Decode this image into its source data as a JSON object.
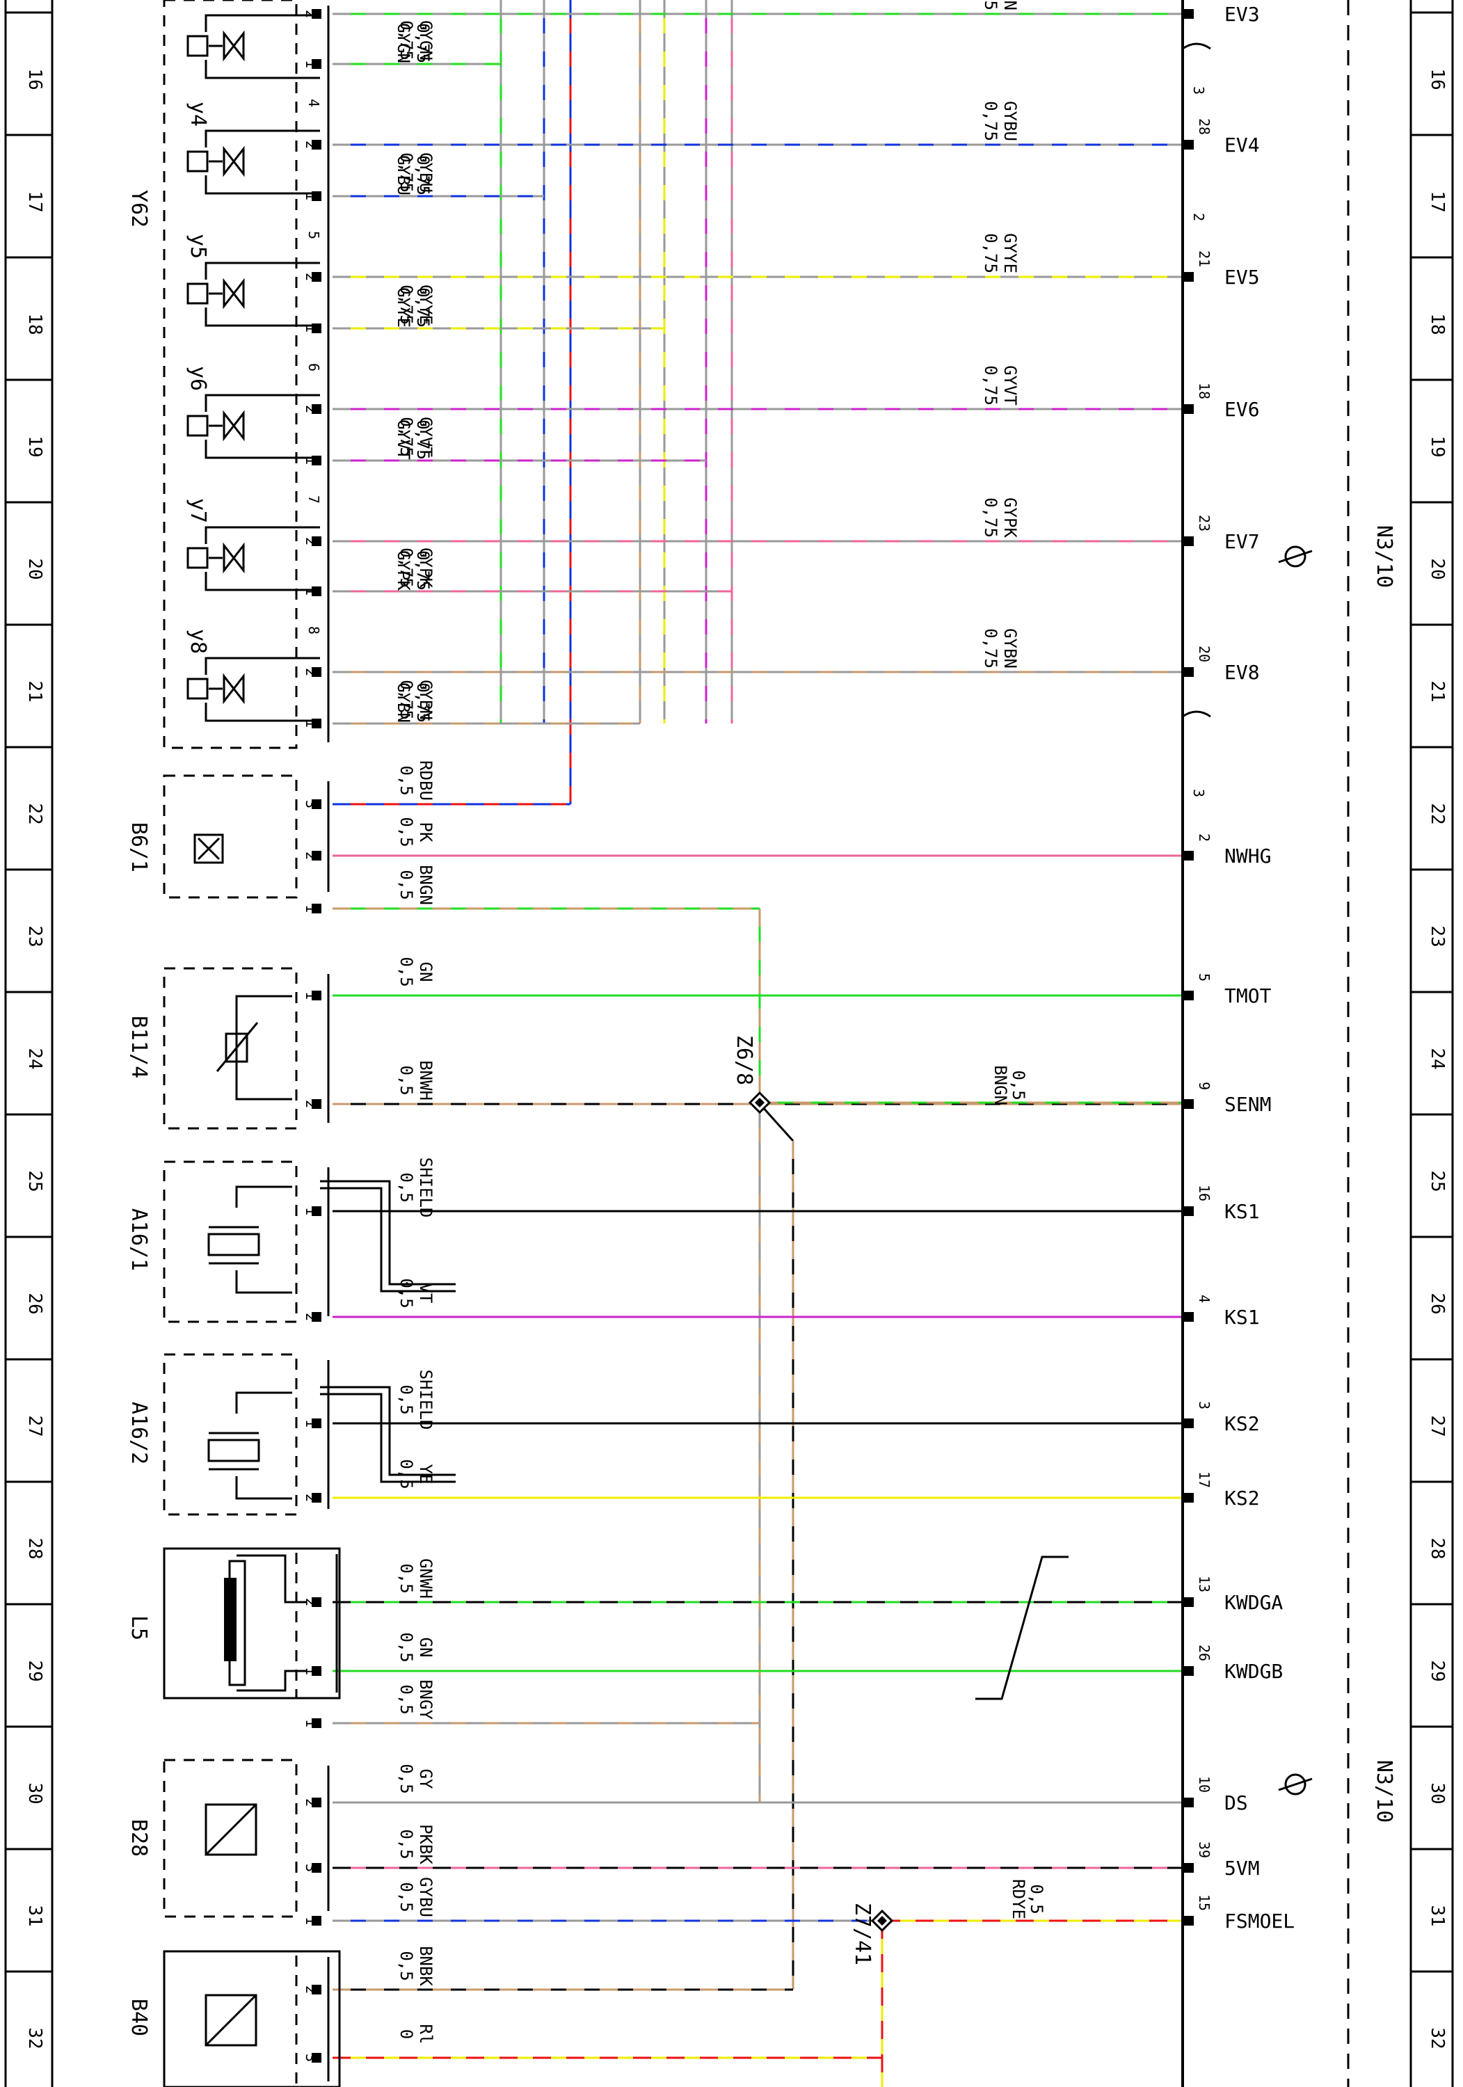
{
  "controller": {
    "label": "N3/10"
  },
  "rows": [
    "16",
    "17",
    "18",
    "19",
    "20",
    "21",
    "22",
    "23",
    "24",
    "25",
    "26",
    "27",
    "28",
    "29",
    "30",
    "31",
    "32"
  ],
  "connectors": [
    "3",
    "2",
    "3"
  ],
  "junctions": [
    {
      "label": "Z6/8"
    },
    {
      "label": "Z7/41"
    }
  ],
  "components": [
    {
      "label": "Y62"
    },
    {
      "label": "B6/1"
    },
    {
      "label": "B11/4"
    },
    {
      "label": "A16/1"
    },
    {
      "label": "A16/2"
    },
    {
      "label": "L5"
    },
    {
      "label": "B28"
    },
    {
      "label": "B40"
    }
  ],
  "subcomponents": [
    {
      "label": "y4",
      "pin1": "4"
    },
    {
      "label": "y5",
      "pin1": "5"
    },
    {
      "label": "y6",
      "pin1": "6"
    },
    {
      "label": "y7",
      "pin1": "7"
    },
    {
      "label": "y8",
      "pin1": "8"
    }
  ],
  "wires": [
    {
      "pin": "2",
      "size": "0,75",
      "color": "GYGN",
      "ctrl_pin": "",
      "signal": "EV3",
      "stroke": "#22dd22",
      "stroke2": "#999999"
    },
    {
      "pin": "1",
      "size": "0,75",
      "color": "GYGN",
      "ctrl_pin": "",
      "signal": "",
      "stroke": "#22dd22",
      "stroke2": "#999999"
    },
    {
      "pin": "2",
      "size": "0,75",
      "color": "GYBU",
      "ctrl_pin": "28",
      "signal": "EV4",
      "stroke": "#1133dd",
      "stroke2": "#999999"
    },
    {
      "pin": "1",
      "size": "0,75",
      "color": "GYBU",
      "ctrl_pin": "",
      "signal": "",
      "stroke": "#1133dd",
      "stroke2": "#999999"
    },
    {
      "pin": "2",
      "size": "0,75",
      "color": "GYYE",
      "ctrl_pin": "21",
      "signal": "EV5",
      "stroke": "#eeee00",
      "stroke2": "#999999"
    },
    {
      "pin": "1",
      "size": "0,75",
      "color": "GYYE",
      "ctrl_pin": "",
      "signal": "",
      "stroke": "#eeee00",
      "stroke2": "#999999"
    },
    {
      "pin": "2",
      "size": "0,75",
      "color": "GYVT",
      "ctrl_pin": "18",
      "signal": "EV6",
      "stroke": "#cc22cc",
      "stroke2": "#999999"
    },
    {
      "pin": "1",
      "size": "0,75",
      "color": "GYVT",
      "ctrl_pin": "",
      "signal": "",
      "stroke": "#cc22cc",
      "stroke2": "#999999"
    },
    {
      "pin": "2",
      "size": "0,75",
      "color": "GYPK",
      "ctrl_pin": "23",
      "signal": "EV7",
      "stroke": "#ee6699",
      "stroke2": "#999999"
    },
    {
      "pin": "1",
      "size": "0,75",
      "color": "GYPK",
      "ctrl_pin": "",
      "signal": "",
      "stroke": "#ee6699",
      "stroke2": "#999999"
    },
    {
      "pin": "2",
      "size": "0,75",
      "color": "GYBN",
      "ctrl_pin": "20",
      "signal": "EV8",
      "stroke": "#c89a6a",
      "stroke2": "#999999"
    },
    {
      "pin": "1",
      "size": "0,75",
      "color": "GYBN",
      "ctrl_pin": "",
      "signal": "",
      "stroke": "#c89a6a",
      "stroke2": "#999999"
    },
    {
      "pin": "3",
      "size": "0,5",
      "color": "RDBU",
      "ctrl_pin": "",
      "signal": "",
      "stroke": "#ee1111",
      "stroke2": "#1133dd"
    },
    {
      "pin": "2",
      "size": "0,5",
      "color": "PK",
      "ctrl_pin": "2",
      "signal": "NWHG",
      "stroke": "#ee6699",
      "stroke2": ""
    },
    {
      "pin": "1",
      "size": "0,5",
      "color": "BNGN",
      "ctrl_pin": "",
      "signal": "",
      "stroke": "#22dd22",
      "stroke2": "#c89a6a"
    },
    {
      "pin": "1",
      "size": "0,5",
      "color": "GN",
      "ctrl_pin": "5",
      "signal": "TMOT",
      "stroke": "#22dd22",
      "stroke2": ""
    },
    {
      "pin": "2",
      "size": "0,5",
      "color": "BNWH",
      "ctrl_pin": "9",
      "signal": "SENM",
      "stroke": "#000000",
      "stroke2": "#c89a6a"
    },
    {
      "pin": "1",
      "size": "0,5",
      "color": "SHIELD",
      "ctrl_pin": "16",
      "signal": "KS1",
      "stroke": "#000000",
      "stroke2": ""
    },
    {
      "pin": "2",
      "size": "0,5",
      "color": "VT",
      "ctrl_pin": "4",
      "signal": "KS1",
      "stroke": "#cc22cc",
      "stroke2": ""
    },
    {
      "pin": "1",
      "size": "0,5",
      "color": "SHIELD",
      "ctrl_pin": "3",
      "signal": "KS2",
      "stroke": "#000000",
      "stroke2": ""
    },
    {
      "pin": "2",
      "size": "0,5",
      "color": "YE",
      "ctrl_pin": "17",
      "signal": "KS2",
      "stroke": "#eeee00",
      "stroke2": ""
    },
    {
      "pin": "2",
      "size": "0,5",
      "color": "GNWH",
      "ctrl_pin": "13",
      "signal": "KWDGA",
      "stroke": "#22dd22",
      "stroke2": "#000000"
    },
    {
      "pin": "1",
      "size": "0,5",
      "color": "GN",
      "ctrl_pin": "26",
      "signal": "KWDGB",
      "stroke": "#22dd22",
      "stroke2": ""
    },
    {
      "pin": "1",
      "size": "0,5",
      "color": "BNGY",
      "ctrl_pin": "",
      "signal": "",
      "stroke": "#c89a6a",
      "stroke2": "#999999"
    },
    {
      "pin": "2",
      "size": "0,5",
      "color": "GY",
      "ctrl_pin": "10",
      "signal": "DS",
      "stroke": "#999999",
      "stroke2": ""
    },
    {
      "pin": "3",
      "size": "0,5",
      "color": "PKBK",
      "ctrl_pin": "39",
      "signal": "5VM",
      "stroke": "#ee6699",
      "stroke2": "#000000"
    },
    {
      "pin": "1",
      "size": "0,5",
      "color": "GYBU",
      "ctrl_pin": "15",
      "signal": "FSMOEL",
      "stroke": "#1133dd",
      "stroke2": "#999999"
    },
    {
      "pin": "2",
      "size": "0,5",
      "color": "BNBK",
      "ctrl_pin": "",
      "signal": "",
      "stroke": "#000000",
      "stroke2": "#c89a6a"
    },
    {
      "pin": "3",
      "size": "0",
      "color": "Rl",
      "ctrl_pin": "",
      "signal": "",
      "stroke": "#eeee00",
      "stroke2": "#ee1111"
    }
  ],
  "branches": [
    {
      "size": "0,5",
      "color": "BNGN",
      "stroke": "#22dd22",
      "stroke2": "#c89a6a"
    },
    {
      "size": "0,5",
      "color": "RDYE",
      "stroke": "#eeee00",
      "stroke2": "#ee1111"
    }
  ]
}
